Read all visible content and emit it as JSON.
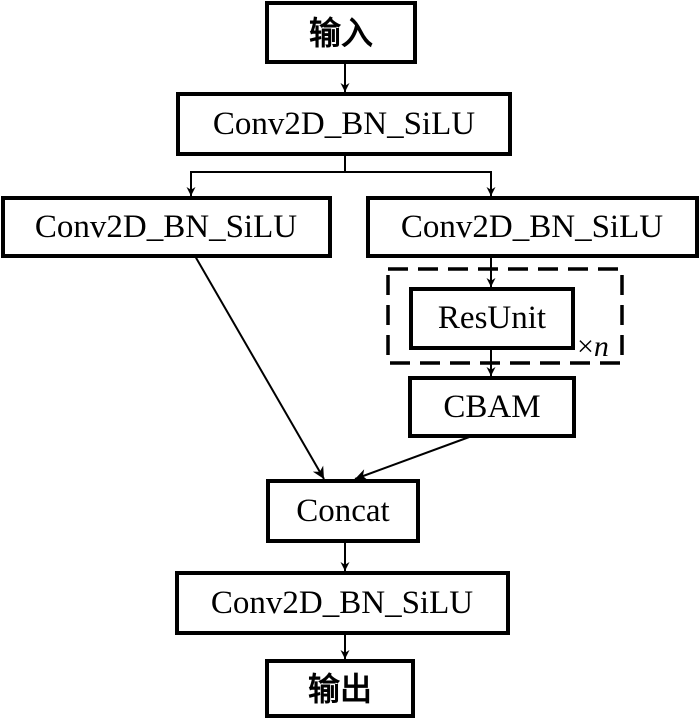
{
  "diagram": {
    "nodes": {
      "input": "输入",
      "conv_top": "Conv2D_BN_SiLU",
      "conv_left": "Conv2D_BN_SiLU",
      "conv_right": "Conv2D_BN_SiLU",
      "resunit": "ResUnit",
      "cbam": "CBAM",
      "concat": "Concat",
      "conv_bottom": "Conv2D_BN_SiLU",
      "output": "输出"
    },
    "repeat": {
      "times_symbol": "×",
      "variable": "n"
    },
    "edges": [
      {
        "from": "input",
        "to": "conv_top"
      },
      {
        "from": "conv_top",
        "to": "conv_left"
      },
      {
        "from": "conv_top",
        "to": "conv_right"
      },
      {
        "from": "conv_right",
        "to": "resunit"
      },
      {
        "from": "resunit",
        "to": "cbam"
      },
      {
        "from": "conv_left",
        "to": "concat"
      },
      {
        "from": "cbam",
        "to": "concat"
      },
      {
        "from": "concat",
        "to": "conv_bottom"
      },
      {
        "from": "conv_bottom",
        "to": "output"
      }
    ]
  }
}
